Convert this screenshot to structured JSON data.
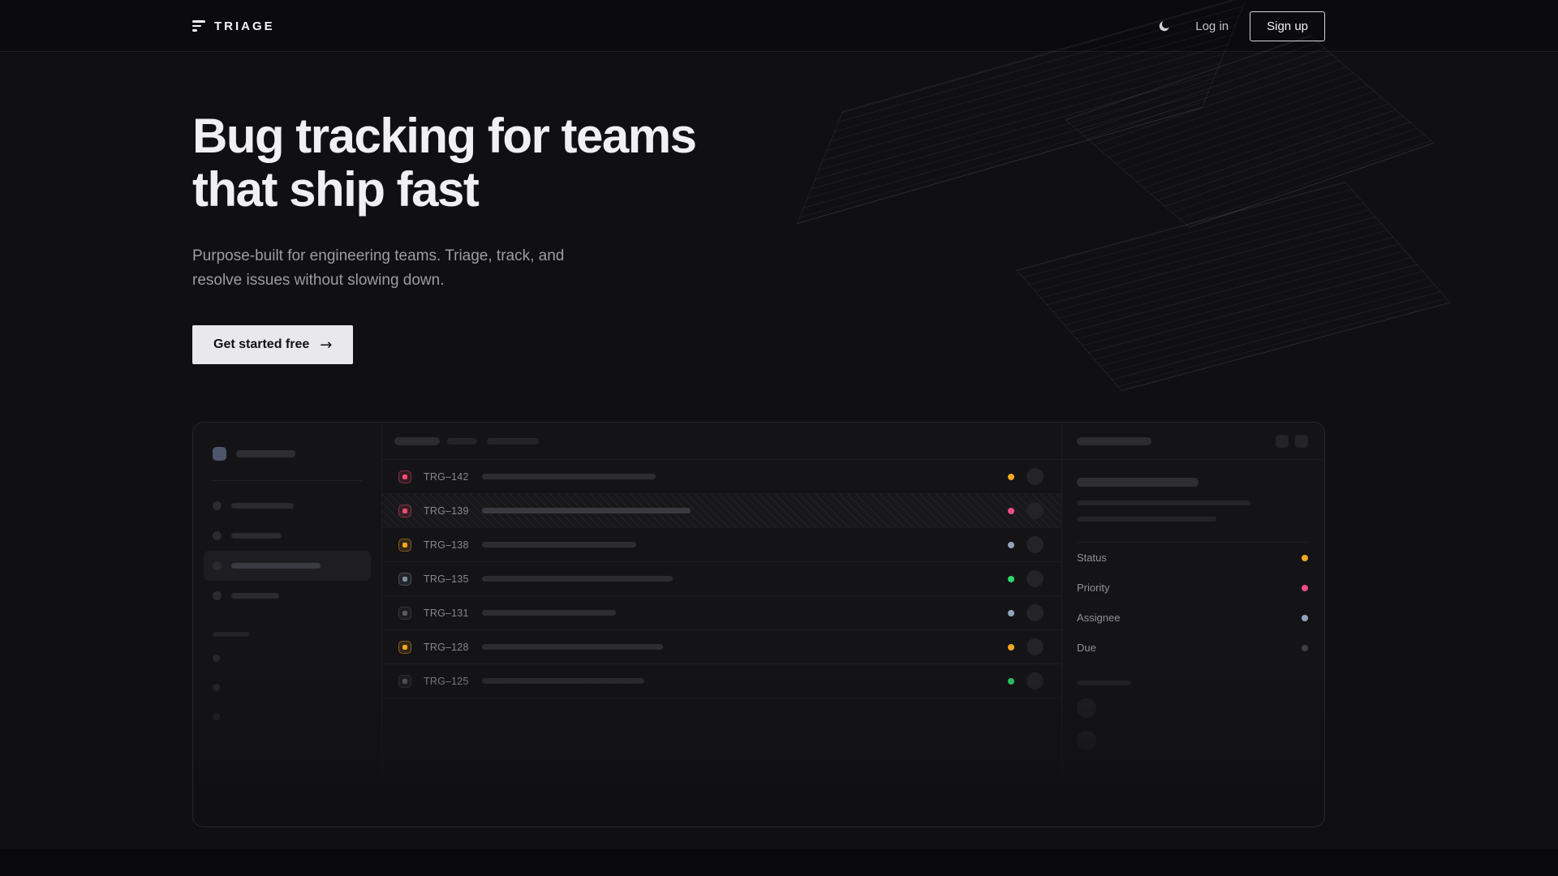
{
  "nav": {
    "brand": "TRIAGE",
    "login_label": "Log in",
    "signup_label": "Sign up"
  },
  "icons": {
    "logo": "triage-bars-icon",
    "theme_toggle": "moon-icon",
    "cta_arrow": "→"
  },
  "hero": {
    "title_line1": "Bug tracking for teams",
    "title_line2": "that ship fast",
    "subtitle_line1": "Purpose-built for engineering teams. Triage, track, and",
    "subtitle_line2": "resolve issues without slowing down.",
    "cta_label": "Get started free"
  },
  "mockup": {
    "issues": [
      {
        "id": "TRG–142",
        "icon_color": "#ef4e6e",
        "priority_color": "#f5a623",
        "selected": false
      },
      {
        "id": "TRG–139",
        "icon_color": "#ef4e6e",
        "priority_color": "#ee4d86",
        "selected": true
      },
      {
        "id": "TRG–138",
        "icon_color": "#f5a623",
        "priority_color": "#94a3bc",
        "selected": false
      },
      {
        "id": "TRG–135",
        "icon_color": "#7e8ba0",
        "priority_color": "#2bd96b",
        "selected": false
      },
      {
        "id": "TRG–131",
        "icon_color": "#5a5a62",
        "priority_color": "#94a3bc",
        "selected": false
      },
      {
        "id": "TRG–128",
        "icon_color": "#f5a623",
        "priority_color": "#f5a623",
        "selected": false
      },
      {
        "id": "TRG–125",
        "icon_color": "#5a5a62",
        "priority_color": "#2bd96b",
        "selected": false
      }
    ],
    "detail": {
      "fields": [
        {
          "label": "Status",
          "color": "#f5a623"
        },
        {
          "label": "Priority",
          "color": "#ee4d86"
        },
        {
          "label": "Assignee",
          "color": "#94a3bc"
        },
        {
          "label": "Due",
          "color": "#3e3e45"
        }
      ]
    }
  },
  "colors": {
    "background": "#101013",
    "panel": "#141417",
    "accent_orange": "#f5a623",
    "accent_pink": "#ee4d86",
    "accent_green": "#2bd96b",
    "accent_slate": "#94a3bc"
  }
}
